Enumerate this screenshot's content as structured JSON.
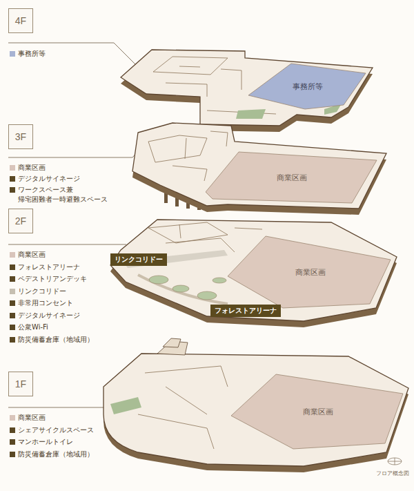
{
  "diagram": {
    "nodes": [
      {
        "text": [
          "4F"
        ]
      },
      {
        "text": [
          "事務所等"
        ]
      },
      {
        "text": [
          "3F"
        ]
      },
      {
        "text": [
          "商業区画"
        ]
      },
      {
        "text": [
          "2F"
        ]
      },
      {
        "text": [
          "リンクコリドー"
        ]
      },
      {
        "text": [
          "商業区画"
        ]
      },
      {
        "text": [
          "フォレストアリーナ"
        ]
      },
      {
        "text": [
          "1F"
        ]
      },
      {
        "text": [
          "商業区画"
        ]
      }
    ],
    "labels": [
      "フロア概念図"
    ],
    "legend": [
      {
        "text": "事務所等",
        "color": "#a7b3d3"
      },
      {
        "text": "商業区画",
        "color": "#d9c5bb"
      },
      {
        "text": "デジタルサイネージ",
        "color": "#5a4824"
      },
      {
        "text": "ワークスペース兼 帰宅困難者一時避難スペース",
        "color": "#5a4824"
      },
      {
        "text": "商業区画",
        "color": "#d9c5bb"
      },
      {
        "text": "フォレストアリーナ",
        "color": "#5a4824"
      },
      {
        "text": "ペデストリアンデッキ",
        "color": "#5a4824"
      },
      {
        "text": "リンクコリドー",
        "color": "#c6bfb1"
      },
      {
        "text": "非常用コンセント",
        "color": "#5a4824"
      },
      {
        "text": "デジタルサイネージ",
        "color": "#5a4824"
      },
      {
        "text": "公衆Wi-Fi",
        "color": "#5a4824"
      },
      {
        "text": "防災備蓄倉庫（地域用）",
        "color": "#5a4824"
      },
      {
        "text": "商業区画",
        "color": "#d9c5bb"
      },
      {
        "text": "シェアサイクルスペース",
        "color": "#5a4824"
      },
      {
        "text": "マンホールトイレ",
        "color": "#5a4824"
      },
      {
        "text": "防災備蓄倉庫（地域用）",
        "color": "#5a4824"
      }
    ]
  }
}
